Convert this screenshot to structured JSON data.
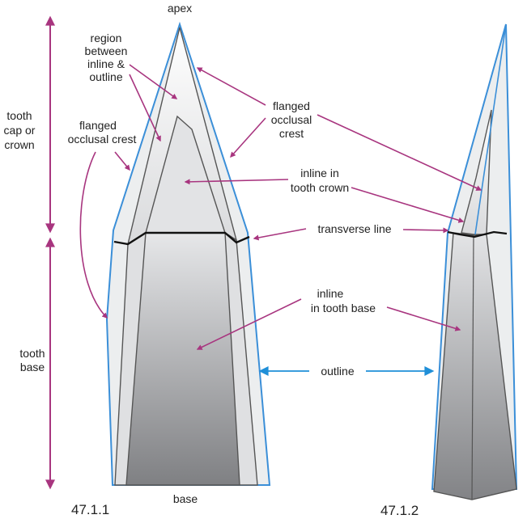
{
  "labels": {
    "apex": "apex",
    "region_line1": "region",
    "region_line2": "between",
    "region_line3": "inline &",
    "region_line4": "outline",
    "tooth_cap_line1": "tooth",
    "tooth_cap_line2": "cap or",
    "tooth_cap_line3": "crown",
    "flanged_left_line1": "flanged",
    "flanged_left_line2": "occlusal crest",
    "flanged_right_line1": "flanged",
    "flanged_right_line2": "occlusal",
    "flanged_right_line3": "crest",
    "inline_crown_line1": "inline in",
    "inline_crown_line2": "tooth crown",
    "transverse_line": "transverse line",
    "inline_base_line1": "inline",
    "inline_base_line2": "in tooth base",
    "tooth_base_line1": "tooth",
    "tooth_base_line2": "base",
    "outline": "outline",
    "base": "base",
    "fig1": "47.1.1",
    "fig2": "47.1.2"
  },
  "colors": {
    "outline_stroke": "#3b8fd8",
    "arrow_magenta": "#a8357f",
    "arrow_blue": "#1f8fd8",
    "inline_stroke": "#555555",
    "transverse_stroke": "#111111",
    "region_fill": "#eceeef",
    "base_gradient_top": "#e6e7e9",
    "base_gradient_bottom": "#7f8083"
  }
}
